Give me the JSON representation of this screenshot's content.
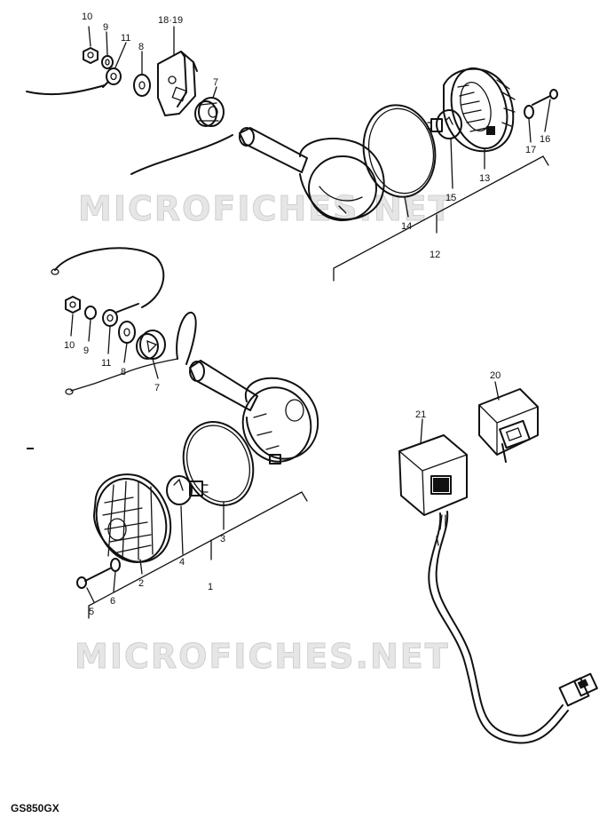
{
  "watermarks": [
    "MICROFICHES.NET",
    "MICROFICHES.NET"
  ],
  "model_code": "GS850GX",
  "callouts": [
    {
      "id": "c-10-top",
      "label": "10"
    },
    {
      "id": "c-9-top",
      "label": "9"
    },
    {
      "id": "c-11-top",
      "label": "11"
    },
    {
      "id": "c-8-top",
      "label": "8"
    },
    {
      "id": "c-18-19",
      "label": "18·19"
    },
    {
      "id": "c-7-top",
      "label": "7"
    },
    {
      "id": "c-14",
      "label": "14"
    },
    {
      "id": "c-15",
      "label": "15"
    },
    {
      "id": "c-13",
      "label": "13"
    },
    {
      "id": "c-17",
      "label": "17"
    },
    {
      "id": "c-16",
      "label": "16"
    },
    {
      "id": "c-12",
      "label": "12"
    },
    {
      "id": "c-10-mid",
      "label": "10"
    },
    {
      "id": "c-9-mid",
      "label": "9"
    },
    {
      "id": "c-11-mid",
      "label": "11"
    },
    {
      "id": "c-8-mid",
      "label": "8"
    },
    {
      "id": "c-7-mid",
      "label": "7"
    },
    {
      "id": "c-3",
      "label": "3"
    },
    {
      "id": "c-4",
      "label": "4"
    },
    {
      "id": "c-2",
      "label": "2"
    },
    {
      "id": "c-1",
      "label": "1"
    },
    {
      "id": "c-5",
      "label": "5"
    },
    {
      "id": "c-6",
      "label": "6"
    },
    {
      "id": "c-20",
      "label": "20"
    },
    {
      "id": "c-21",
      "label": "21"
    }
  ]
}
